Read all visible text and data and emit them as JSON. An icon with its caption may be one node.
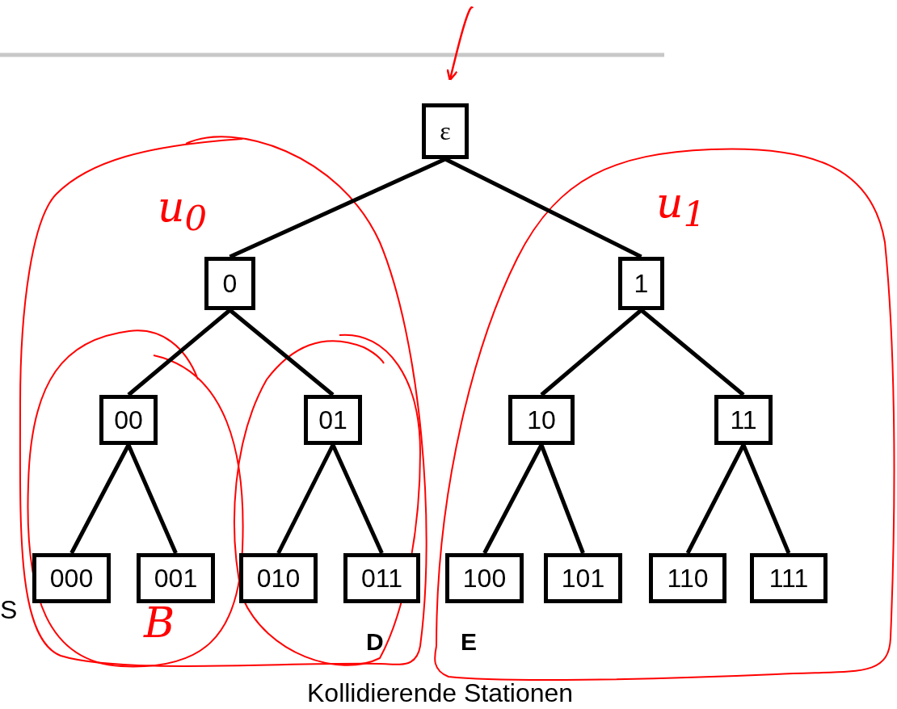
{
  "diagram": {
    "nodes": [
      {
        "text": [
          "ε"
        ]
      },
      {
        "text": [
          "0"
        ]
      },
      {
        "text": [
          "1"
        ]
      },
      {
        "text": [
          "00"
        ]
      },
      {
        "text": [
          "01"
        ]
      },
      {
        "text": [
          "10"
        ]
      },
      {
        "text": [
          "11"
        ]
      },
      {
        "text": [
          "000"
        ]
      },
      {
        "text": [
          "001"
        ]
      },
      {
        "text": [
          "010"
        ]
      },
      {
        "text": [
          "011"
        ]
      },
      {
        "text": [
          "100"
        ]
      },
      {
        "text": [
          "101"
        ]
      },
      {
        "text": [
          "110"
        ]
      },
      {
        "text": [
          "111"
        ]
      }
    ],
    "edges": [
      {
        "from": null,
        "to": 0,
        "arrow": "to",
        "color": "#ff0000"
      },
      {
        "from": 0,
        "to": 1,
        "arrow": "none"
      },
      {
        "from": 0,
        "to": 2,
        "arrow": "none"
      },
      {
        "from": 1,
        "to": 3,
        "arrow": "none"
      },
      {
        "from": 1,
        "to": 4,
        "arrow": "none"
      },
      {
        "from": 2,
        "to": 5,
        "arrow": "none"
      },
      {
        "from": 2,
        "to": 6,
        "arrow": "none"
      },
      {
        "from": 3,
        "to": 7,
        "arrow": "none"
      },
      {
        "from": 3,
        "to": 8,
        "arrow": "none"
      },
      {
        "from": 4,
        "to": 9,
        "arrow": "none"
      },
      {
        "from": 4,
        "to": 10,
        "arrow": "none"
      },
      {
        "from": 5,
        "to": 11,
        "arrow": "none"
      },
      {
        "from": 5,
        "to": 12,
        "arrow": "none"
      },
      {
        "from": 6,
        "to": 13,
        "arrow": "none"
      },
      {
        "from": 6,
        "to": 14,
        "arrow": "none"
      }
    ],
    "labels": [
      "u$_{0}$",
      "u$_{1}$",
      "S",
      "B",
      "D",
      "E",
      "Kollidierende Stationen"
    ]
  }
}
